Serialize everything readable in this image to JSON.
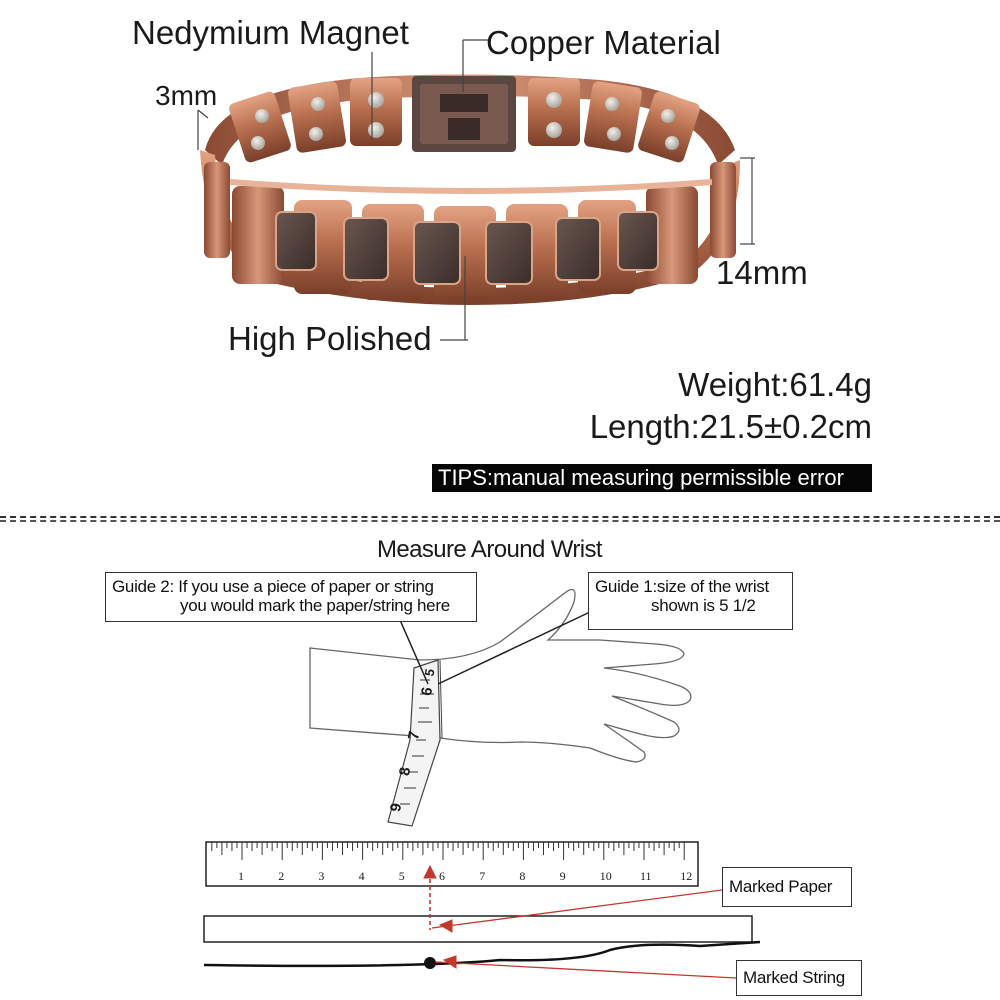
{
  "product": {
    "callouts": {
      "magnet": "Nedymium Magnet",
      "copper": "Copper Material",
      "thickness": "3mm",
      "width": "14mm",
      "polish": "High Polished"
    },
    "specs": {
      "weight": "Weight:61.4g",
      "length": "Length:21.5±0.2cm"
    },
    "tips": "TIPS:manual measuring permissible error",
    "colors": {
      "copper": "#b86f4f",
      "copper_dark": "#7a3f2a",
      "inlay": "#4a3a34",
      "magnet": "#c9c4bd"
    }
  },
  "measure": {
    "title": "Measure Around Wrist",
    "guide2": {
      "line1": "Guide 2: If you use a piece of paper or string",
      "line2": "you would mark the paper/string here"
    },
    "guide1": {
      "line1": "Guide 1:size of the wrist",
      "line2": "shown is 5 1/2"
    },
    "tape_numbers": [
      "5",
      "6",
      "7",
      "8",
      "9"
    ],
    "ruler_numbers": [
      "1",
      "2",
      "3",
      "4",
      "5",
      "6",
      "7",
      "8",
      "9",
      "10",
      "11",
      "12"
    ],
    "marked_paper": "Marked Paper",
    "marked_string": "Marked String",
    "mark_color": "#c0392b"
  }
}
